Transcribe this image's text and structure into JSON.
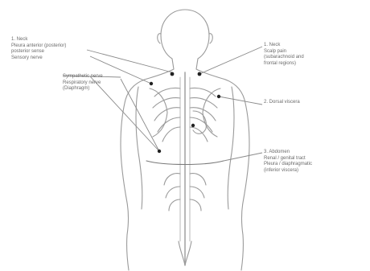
{
  "labels": {
    "upper_left": [
      "1. Neck",
      "Pleura anterior (posterior)",
      "posterior sense",
      "Sensory nerve"
    ],
    "mid_left": [
      "Sympathetic nerve",
      "Respiratory nerve",
      "(Diaphragm)"
    ],
    "upper_right": [
      "1. Neck",
      "Scalp pain",
      "(subarachnoid and",
      "frontal regions)"
    ],
    "mid_right": [
      "2. Dorsal viscera"
    ],
    "lower_right": [
      "3. Abdomen",
      "Renal / genital tract",
      "Pleura / diaphragmatic",
      "(inferior viscera)"
    ]
  },
  "colors": {
    "stroke": "#9a9a9a",
    "leader": "#8a8a8a",
    "dot": "#222222",
    "text": "#6b6b6b"
  }
}
